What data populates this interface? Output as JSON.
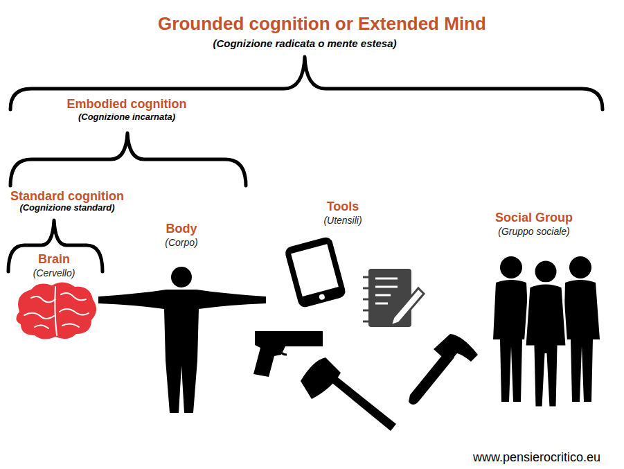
{
  "diagram": {
    "title": "Grounded cognition or Extended Mind",
    "labels": [
      "(Cognizione radicata o mente estesa)",
      "Embodied cognition",
      "(Cognizione incarnata)",
      "Standard cognition",
      "(Cognizione standard)",
      "Brain",
      "(Cervello)",
      "Body",
      "(Corpo)",
      "Tools",
      "(Utensili)",
      "Social Group",
      "(Gruppo sociale)",
      "www.pensierocritico.eu"
    ]
  }
}
